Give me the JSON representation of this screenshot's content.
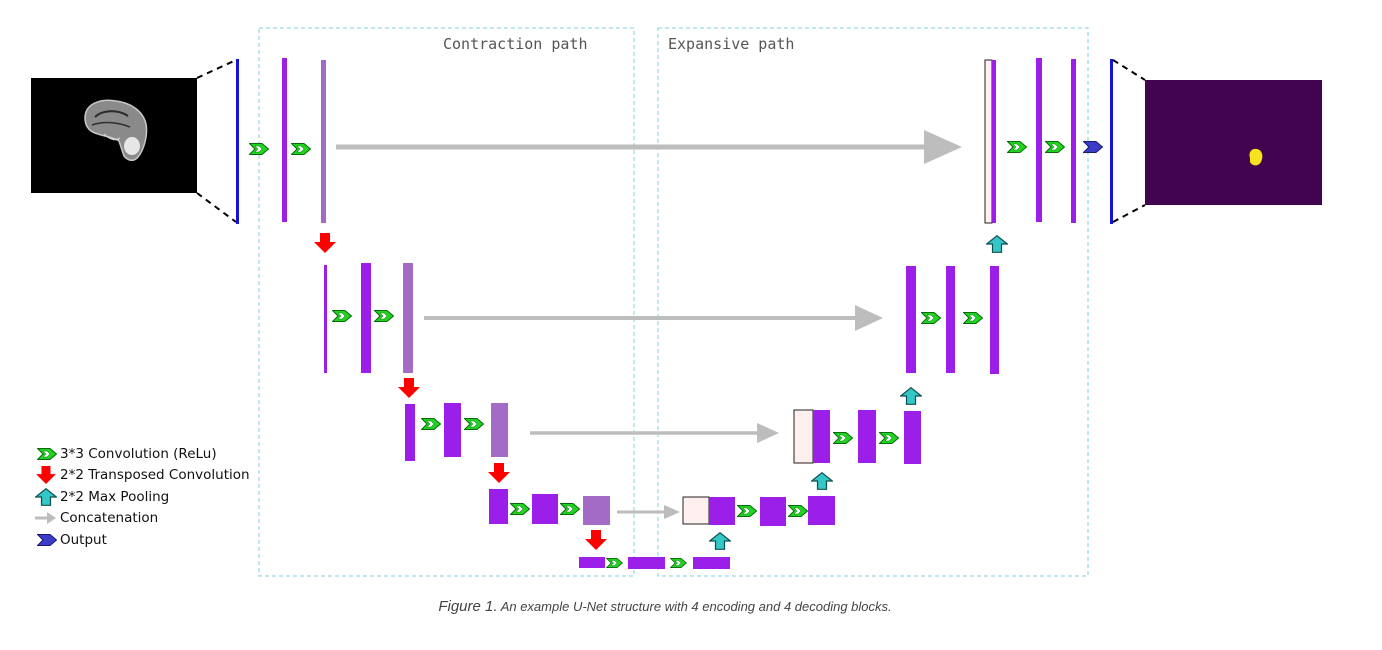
{
  "regions": {
    "contraction_label": "Contraction path",
    "expansive_label": "Expansive path"
  },
  "legend": {
    "items": [
      {
        "icon": "green-chevron-icon",
        "label": "3*3 Convolution (ReLu)"
      },
      {
        "icon": "red-down-arrow-icon",
        "label": "2*2 Transposed Convolution"
      },
      {
        "icon": "teal-up-arrow-icon",
        "label": "2*2 Max Pooling"
      },
      {
        "icon": "gray-right-arrow-icon",
        "label": "Concatenation"
      },
      {
        "icon": "blue-chevron-icon",
        "label": "Output"
      }
    ]
  },
  "caption": {
    "lead": "Figure 1.",
    "text": "An example U-Net structure with 4 encoding and 4 decoding blocks."
  },
  "colors": {
    "purple": "#9b1fe8",
    "purple_light": "#a46bc6",
    "blue_bar": "#1414d8",
    "green": "#21d321",
    "red": "#ff0000",
    "teal": "#35c7c7",
    "gray_arrow": "#bdbdbd",
    "output_bg": "#43044f",
    "output_blob": "#f7e21d",
    "dashed_box": "#7fcfd8"
  }
}
